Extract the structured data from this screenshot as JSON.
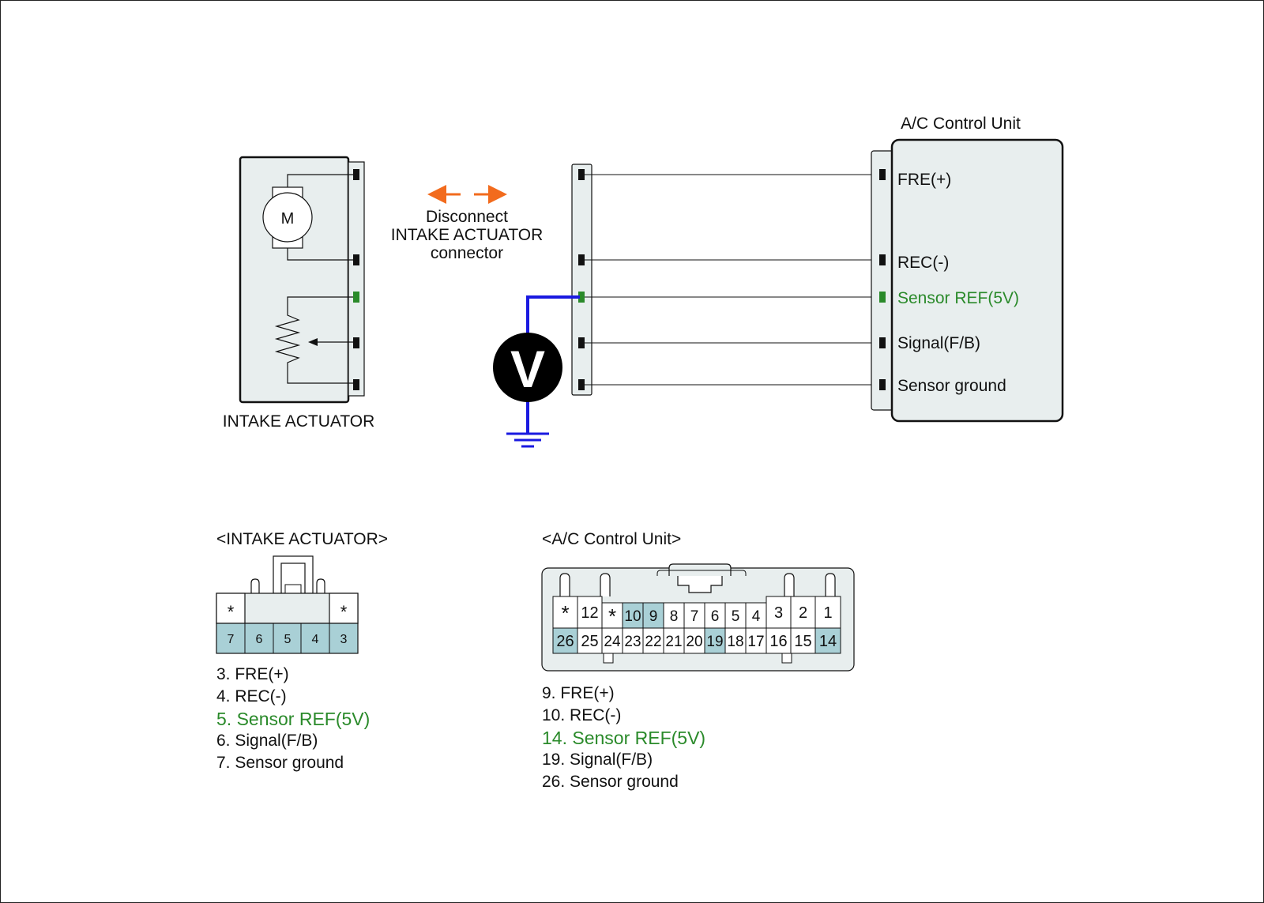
{
  "actuator": {
    "label": "INTAKE ACTUATOR",
    "motor_label": "M"
  },
  "disconnect_note": {
    "line1": "Disconnect",
    "line2": "INTAKE ACTUATOR",
    "line3": "connector"
  },
  "voltmeter": {
    "label": "V"
  },
  "control_unit": {
    "title": "A/C Control Unit",
    "terminals": [
      {
        "label": "FRE(+)",
        "highlight": false
      },
      {
        "label": "REC(-)",
        "highlight": false
      },
      {
        "label": "Sensor REF(5V)",
        "highlight": true
      },
      {
        "label": "Signal(F/B)",
        "highlight": false
      },
      {
        "label": "Sensor ground",
        "highlight": false
      }
    ]
  },
  "actuator_connector": {
    "title": "<INTAKE ACTUATOR>",
    "top_marks": [
      "*",
      "*"
    ],
    "pins": [
      "7",
      "6",
      "5",
      "4",
      "3"
    ],
    "legend": [
      {
        "text": "3. FRE(+)",
        "highlight": false
      },
      {
        "text": "4. REC(-)",
        "highlight": false
      },
      {
        "text": "5. Sensor REF(5V)",
        "highlight": true
      },
      {
        "text": "6. Signal(F/B)",
        "highlight": false
      },
      {
        "text": "7. Sensor ground",
        "highlight": false
      }
    ]
  },
  "acu_connector": {
    "title": "<A/C Control Unit>",
    "top_row": [
      "*",
      "12",
      "*",
      "10",
      "9",
      "8",
      "7",
      "6",
      "5",
      "4",
      "3",
      "2",
      "1"
    ],
    "bottom_row": [
      "26",
      "25",
      "24",
      "23",
      "22",
      "21",
      "20",
      "19",
      "18",
      "17",
      "16",
      "15",
      "14"
    ],
    "highlighted_pins": [
      "10",
      "9",
      "26",
      "19",
      "14"
    ],
    "legend": [
      {
        "text": "9. FRE(+)",
        "highlight": false
      },
      {
        "text": "10. REC(-)",
        "highlight": false
      },
      {
        "text": "14. Sensor REF(5V)",
        "highlight": true
      },
      {
        "text": "19. Signal(F/B)",
        "highlight": false
      },
      {
        "text": "26. Sensor ground",
        "highlight": false
      }
    ]
  },
  "colors": {
    "box_fill": "#e8eeee",
    "pin_highlight": "#a9d0d6",
    "ref_green": "#2a8a2a",
    "probe_blue": "#1a1ae0",
    "arrow_orange": "#f26b1d"
  }
}
